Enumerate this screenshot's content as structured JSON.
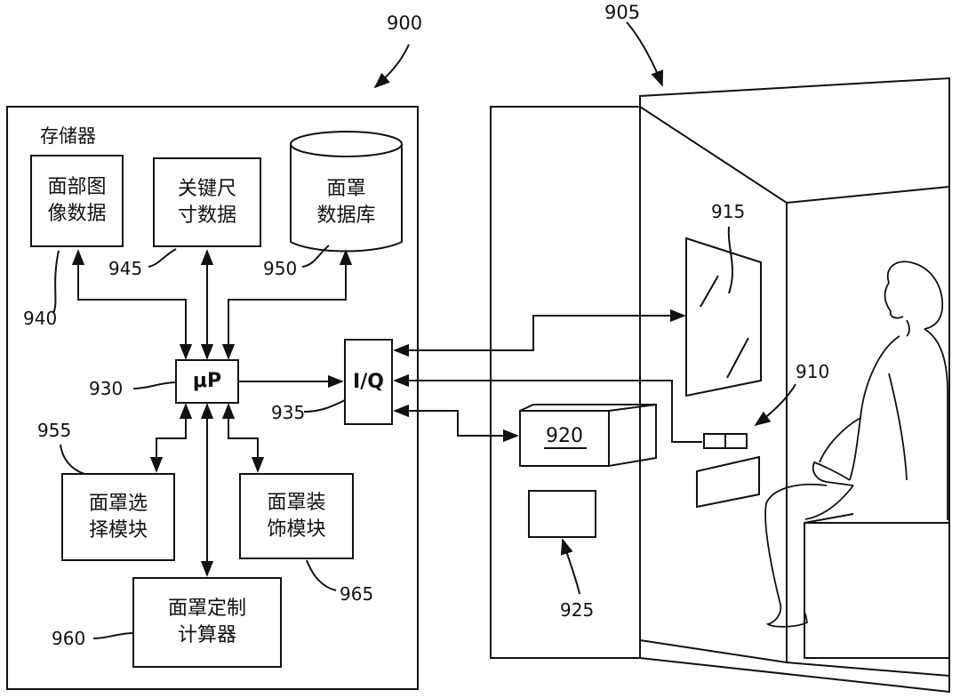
{
  "figure": {
    "left_panel": {
      "ref": "900",
      "memory_title": "存储器"
    },
    "memory_items": {
      "face_image": {
        "label": "面部图\n像数据",
        "ref": "940"
      },
      "key_dims": {
        "label": "关键尺\n寸数据",
        "ref": "945"
      },
      "mask_db": {
        "label": "面罩\n数据库",
        "ref": "950"
      }
    },
    "processor": {
      "label": "μP",
      "ref": "930"
    },
    "io": {
      "label": "I/Q",
      "ref": "935"
    },
    "modules": {
      "mask_select": {
        "label": "面罩选\n择模块",
        "ref": "955"
      },
      "mask_decor": {
        "label": "面罩装\n饰模块",
        "ref": "965"
      },
      "mask_custom": {
        "label": "面罩定制\n计算器",
        "ref": "960"
      }
    },
    "booth": {
      "ref": "905",
      "screen_ref": "915",
      "controls_ref": "910",
      "device_ref": "920",
      "tray_ref": "925"
    }
  }
}
